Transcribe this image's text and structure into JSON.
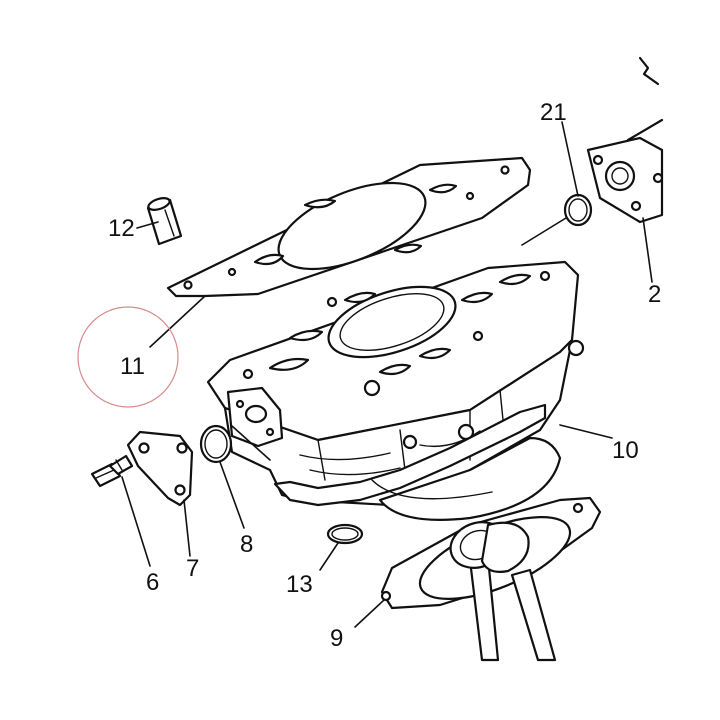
{
  "callouts": {
    "n6": "6",
    "n7": "7",
    "n8": "8",
    "n9": "9",
    "n10": "10",
    "n11": "11",
    "n12": "12",
    "n13": "13",
    "n21": "21",
    "n2x": "2"
  },
  "highlight": {
    "target": "11",
    "color": "#d98a8a"
  }
}
